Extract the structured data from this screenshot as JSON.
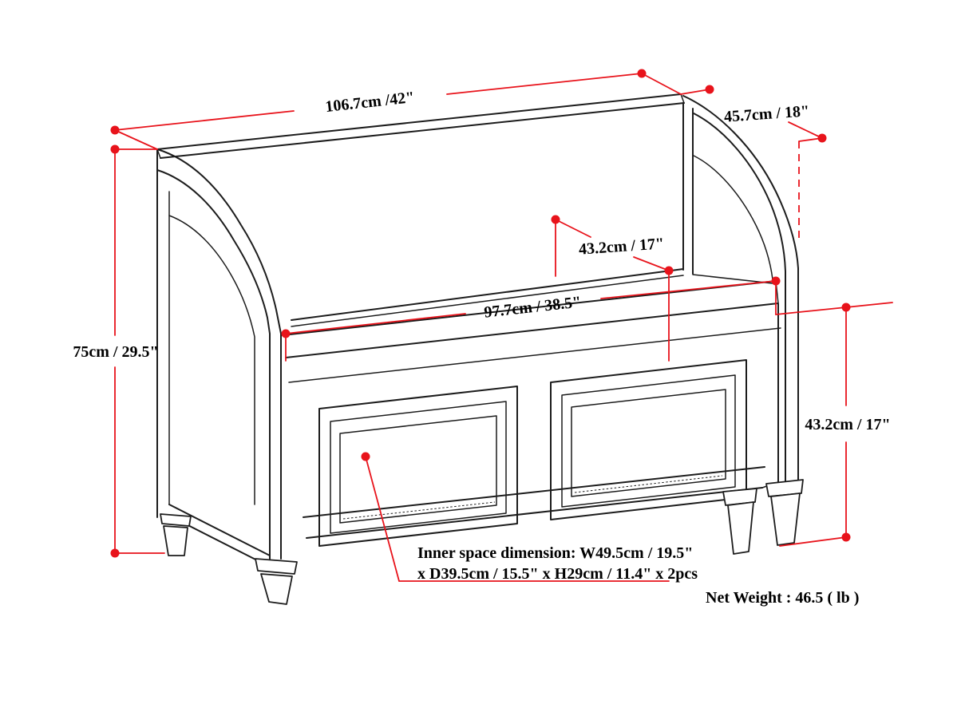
{
  "figure": {
    "type": "technical-drawing",
    "subject": "storage bench dimensional diagram"
  },
  "colors": {
    "dimension_accent": "#e8131b",
    "line_art": "#1c1c1c",
    "background": "#ffffff"
  },
  "dims": {
    "overall_width": "106.7cm /42\"",
    "overall_depth": "45.7cm / 18\"",
    "overall_height": "75cm / 29.5\"",
    "seat_depth": "43.2cm / 17\"",
    "seat_width": "97.7cm / 38.5\"",
    "seat_height": "43.2cm / 17\""
  },
  "notes": {
    "inner_space_line1": "Inner space dimension: W49.5cm / 19.5\"",
    "inner_space_line2": "x D39.5cm / 15.5\" x H29cm / 11.4\" x 2pcs",
    "net_weight": "Net Weight : 46.5 ( lb )"
  }
}
